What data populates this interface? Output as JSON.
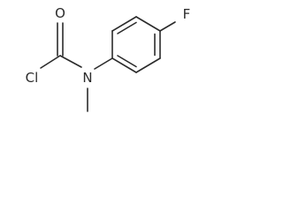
{
  "molecule": {
    "atoms": {
      "oxygen": "O",
      "chlorine": "Cl",
      "nitrogen": "N",
      "fluorine": "F"
    }
  }
}
